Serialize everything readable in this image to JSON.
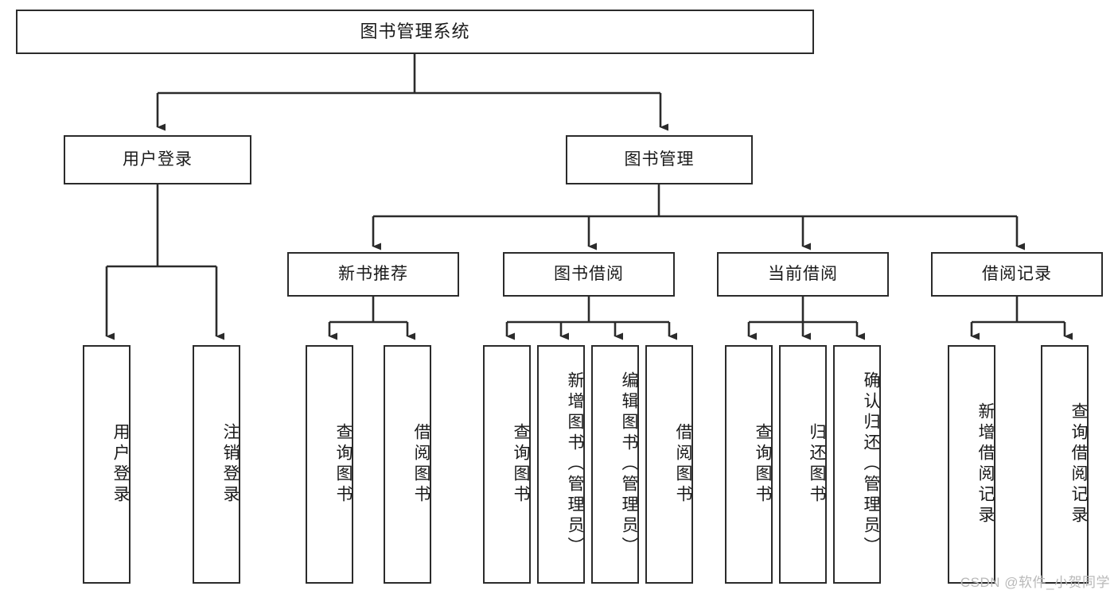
{
  "diagram": {
    "title": "图书管理系统",
    "type": "tree",
    "watermark": "CSDN @软件_小贺同学",
    "colors": {
      "stroke": "#2b2b2b",
      "fill": "#ffffff",
      "text": "#1a1a1a",
      "watermark": "#b9b9b9"
    },
    "nodes": {
      "root": {
        "label": "图书管理系统"
      },
      "level2": [
        {
          "label": "用户登录"
        },
        {
          "label": "图书管理"
        }
      ],
      "level3": [
        {
          "label": "新书推荐"
        },
        {
          "label": "图书借阅"
        },
        {
          "label": "当前借阅"
        },
        {
          "label": "借阅记录"
        }
      ],
      "leaves_user_login": [
        {
          "label": "用户登录"
        },
        {
          "label": "注销登录"
        }
      ],
      "leaves_new_books": [
        {
          "label": "查询图书"
        },
        {
          "label": "借阅图书"
        }
      ],
      "leaves_borrow": [
        {
          "label": "查询图书"
        },
        {
          "label": "新增图书（管理员）"
        },
        {
          "label": "编辑图书（管理员）"
        },
        {
          "label": "借阅图书"
        }
      ],
      "leaves_current": [
        {
          "label": "查询图书"
        },
        {
          "label": "归还图书"
        },
        {
          "label": "确认归还（管理员）"
        }
      ],
      "leaves_records": [
        {
          "label": "新增借阅记录"
        },
        {
          "label": "查询借阅记录"
        }
      ]
    }
  }
}
